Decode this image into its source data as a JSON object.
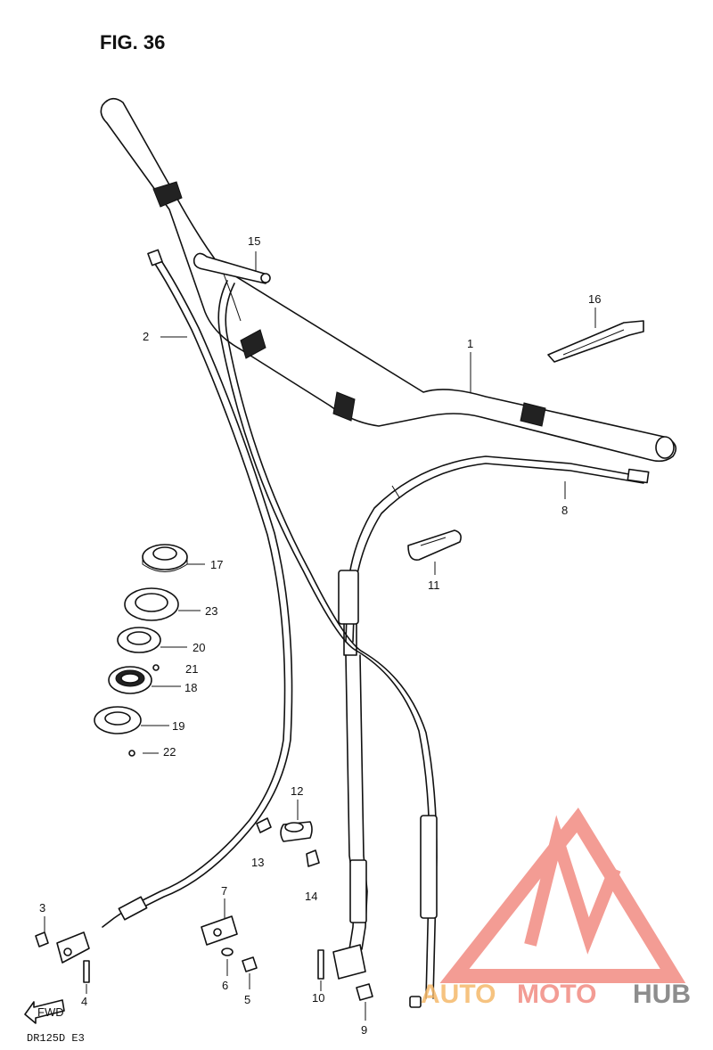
{
  "figure": {
    "title": "FIG. 36",
    "model_code": "DR125D  E3",
    "fwd_label": "FWD"
  },
  "callouts": [
    {
      "id": "1"
    },
    {
      "id": "2"
    },
    {
      "id": "3"
    },
    {
      "id": "4"
    },
    {
      "id": "5"
    },
    {
      "id": "6"
    },
    {
      "id": "7"
    },
    {
      "id": "8"
    },
    {
      "id": "9"
    },
    {
      "id": "10"
    },
    {
      "id": "11"
    },
    {
      "id": "12"
    },
    {
      "id": "13"
    },
    {
      "id": "14"
    },
    {
      "id": "15"
    },
    {
      "id": "16"
    },
    {
      "id": "17"
    },
    {
      "id": "18"
    },
    {
      "id": "19"
    },
    {
      "id": "20"
    },
    {
      "id": "21"
    },
    {
      "id": "22"
    },
    {
      "id": "23"
    }
  ],
  "watermark": {
    "part1": "AUTO",
    "part2": "MOTO",
    "part3": "HUB",
    "color_primary": "#f28b82",
    "color_secondary": "#f5b96a",
    "color_tertiary": "#7a7a7a"
  }
}
